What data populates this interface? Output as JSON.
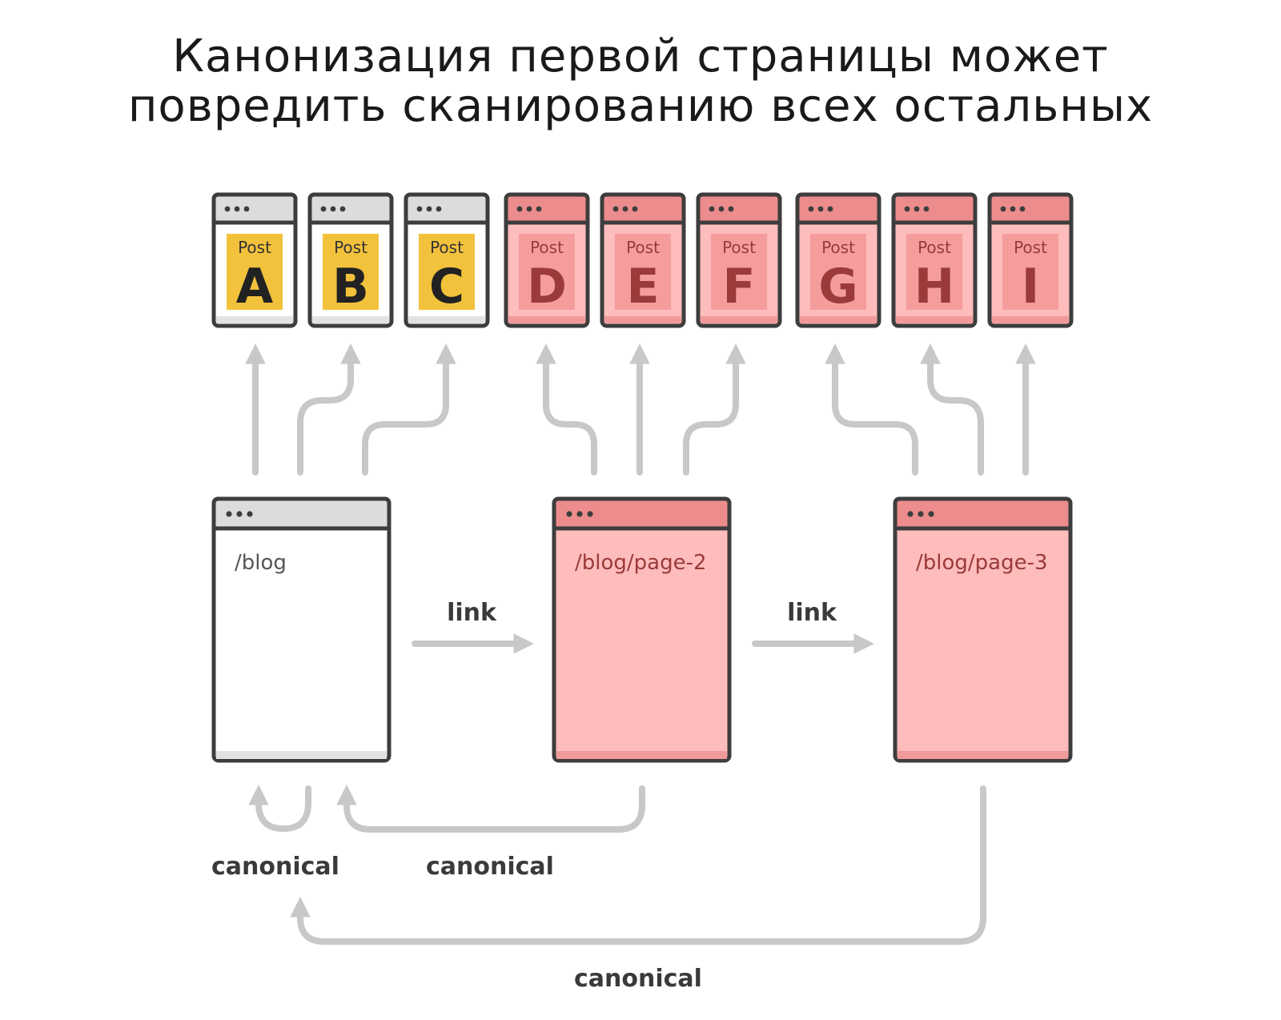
{
  "title": {
    "line1": "Канонизация первой страницы может",
    "line2": "повредить сканированию всех остальных"
  },
  "colors": {
    "border": "#3d3d3d",
    "gray_header": "#dcdcdc",
    "red_header": "#ec8c8c",
    "red_body": "#ffbcbc",
    "red_inner": "#f59c9c",
    "red_text": "#9a3a3a",
    "yellow": "#f2c23c",
    "arrow": "#c8c8c8"
  },
  "posts": [
    {
      "label": "Post",
      "letter": "A",
      "state": "indexed"
    },
    {
      "label": "Post",
      "letter": "B",
      "state": "indexed"
    },
    {
      "label": "Post",
      "letter": "C",
      "state": "indexed"
    },
    {
      "label": "Post",
      "letter": "D",
      "state": "lost"
    },
    {
      "label": "Post",
      "letter": "E",
      "state": "lost"
    },
    {
      "label": "Post",
      "letter": "F",
      "state": "lost"
    },
    {
      "label": "Post",
      "letter": "G",
      "state": "lost"
    },
    {
      "label": "Post",
      "letter": "H",
      "state": "lost"
    },
    {
      "label": "Post",
      "letter": "I",
      "state": "lost"
    }
  ],
  "pages": [
    {
      "url": "/blog",
      "state": "indexed"
    },
    {
      "url": "/blog/page-2",
      "state": "lost"
    },
    {
      "url": "/blog/page-3",
      "state": "lost"
    }
  ],
  "edges": {
    "link1": "link",
    "link2": "link",
    "canonical1": "canonical",
    "canonical2": "canonical",
    "canonical3": "canonical"
  }
}
